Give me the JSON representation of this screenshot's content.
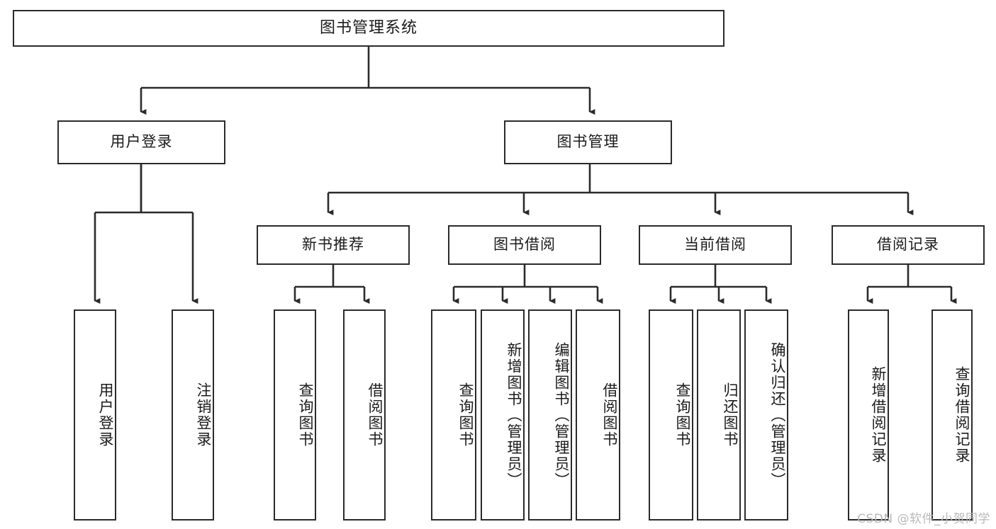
{
  "diagram": {
    "type": "tree",
    "title": "图书管理系统",
    "orientation": "top-down",
    "style": {
      "box_fill": "#ffffff",
      "box_stroke": "#2b2b2b",
      "edge_color": "#2b2b2b",
      "text_color": "#1b1b1b",
      "background": "#ffffff"
    },
    "root": {
      "label": "图书管理系统"
    },
    "level2": [
      {
        "label": "用户登录"
      },
      {
        "label": "图书管理"
      }
    ],
    "level3": [
      {
        "label": "新书推荐"
      },
      {
        "label": "图书借阅"
      },
      {
        "label": "当前借阅"
      },
      {
        "label": "借阅记录"
      }
    ],
    "leaves": {
      "user_login": [
        {
          "label": "用户登录"
        },
        {
          "label": "注销登录"
        }
      ],
      "new_book_recommend": [
        {
          "label": "查询图书"
        },
        {
          "label": "借阅图书"
        }
      ],
      "book_borrow": [
        {
          "label": "查询图书"
        },
        {
          "label": "新增图书（管理员）"
        },
        {
          "label": "编辑图书（管理员）"
        },
        {
          "label": "借阅图书"
        }
      ],
      "current_borrow": [
        {
          "label": "查询图书"
        },
        {
          "label": "归还图书"
        },
        {
          "label": "确认归还（管理员）"
        }
      ],
      "borrow_record": [
        {
          "label": "新增借阅记录"
        },
        {
          "label": "查询借阅记录"
        }
      ]
    }
  },
  "watermark": {
    "text": "CSDN @软件_小贺同学"
  }
}
